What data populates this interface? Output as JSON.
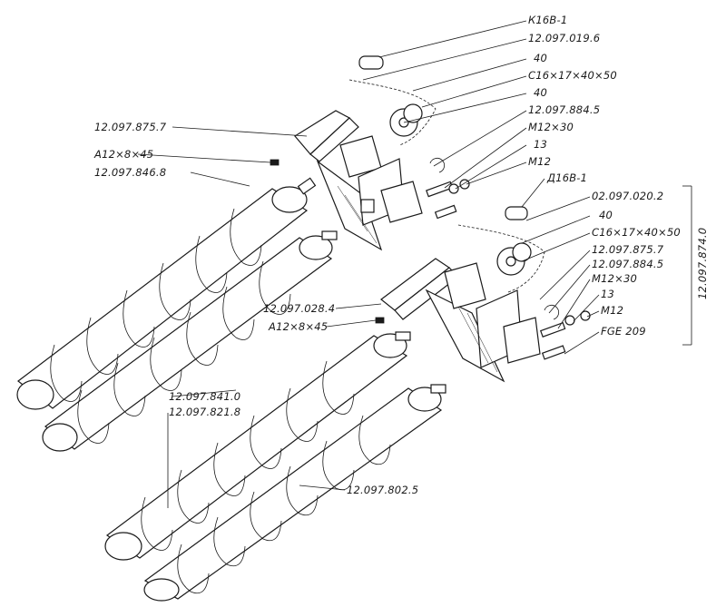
{
  "labels": {
    "k16v1": "К16В-1",
    "p12097019": "12.097.019.6",
    "n40a": "40",
    "c16a": "С16×17×40×50",
    "n40b": "40",
    "p12097884a": "12.097.884.5",
    "m12x30a": "М12×30",
    "n13a": "13",
    "m12a": "М12",
    "d16v1": "Д16В-1",
    "p02097020": "02.097.020.2",
    "n40c": "40",
    "c16b": "С16×17×40×50",
    "p12097875b": "12.097.875.7",
    "p12097884b": "12.097.884.5",
    "m12x30b": "М12×30",
    "n13b": "13",
    "m12b": "М12",
    "fge209": "FGE 209",
    "p12097875a": "12.097.875.7",
    "a12a": "А12×8×45",
    "p12097846": "12.097.846.8",
    "p12097028": "12.097.028.4",
    "a12b": "А12×8×45",
    "p12097841": "12.097.841.0",
    "p12097821": "12.097.821.8",
    "p12097802": "12.097.802.5",
    "assembly": "12.097.874.0"
  }
}
